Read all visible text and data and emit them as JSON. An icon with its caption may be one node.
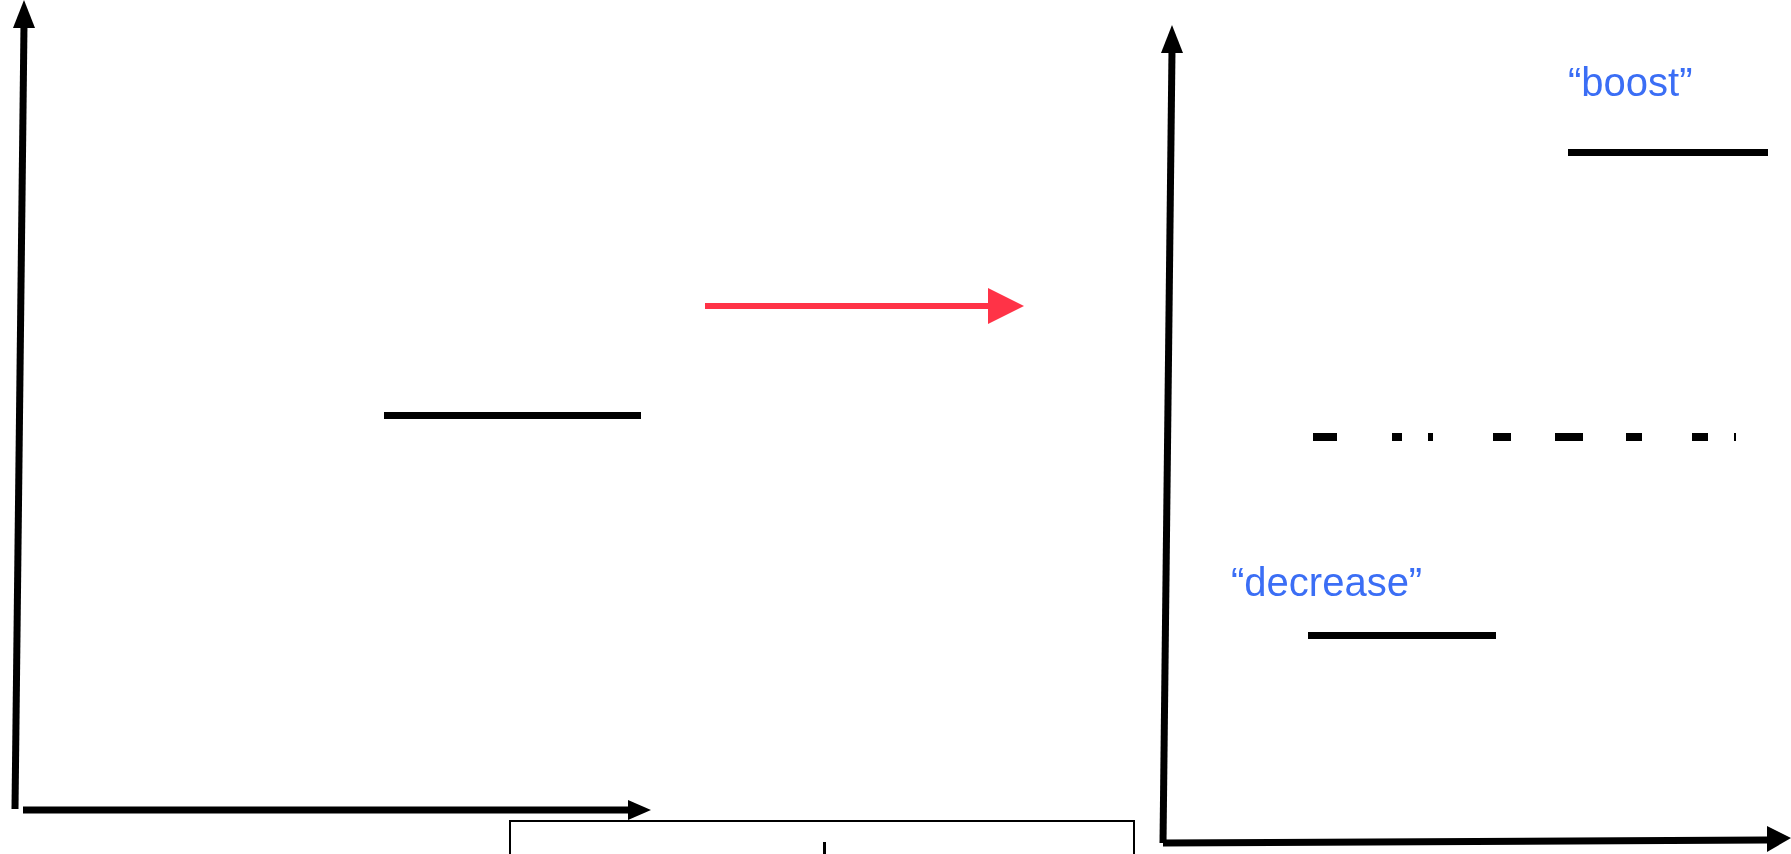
{
  "diagram": {
    "nodes": [
      {
        "text": [],
        "shape": "picture"
      },
      {
        "text": [],
        "shape": "picture"
      },
      {
        "text": [],
        "shape": "box"
      }
    ],
    "edges": [
      {
        "from": 0,
        "to": 1,
        "arrow": "to",
        "color": "#ff3347"
      }
    ],
    "labels": [
      "“boost”",
      "“decrease”"
    ]
  }
}
